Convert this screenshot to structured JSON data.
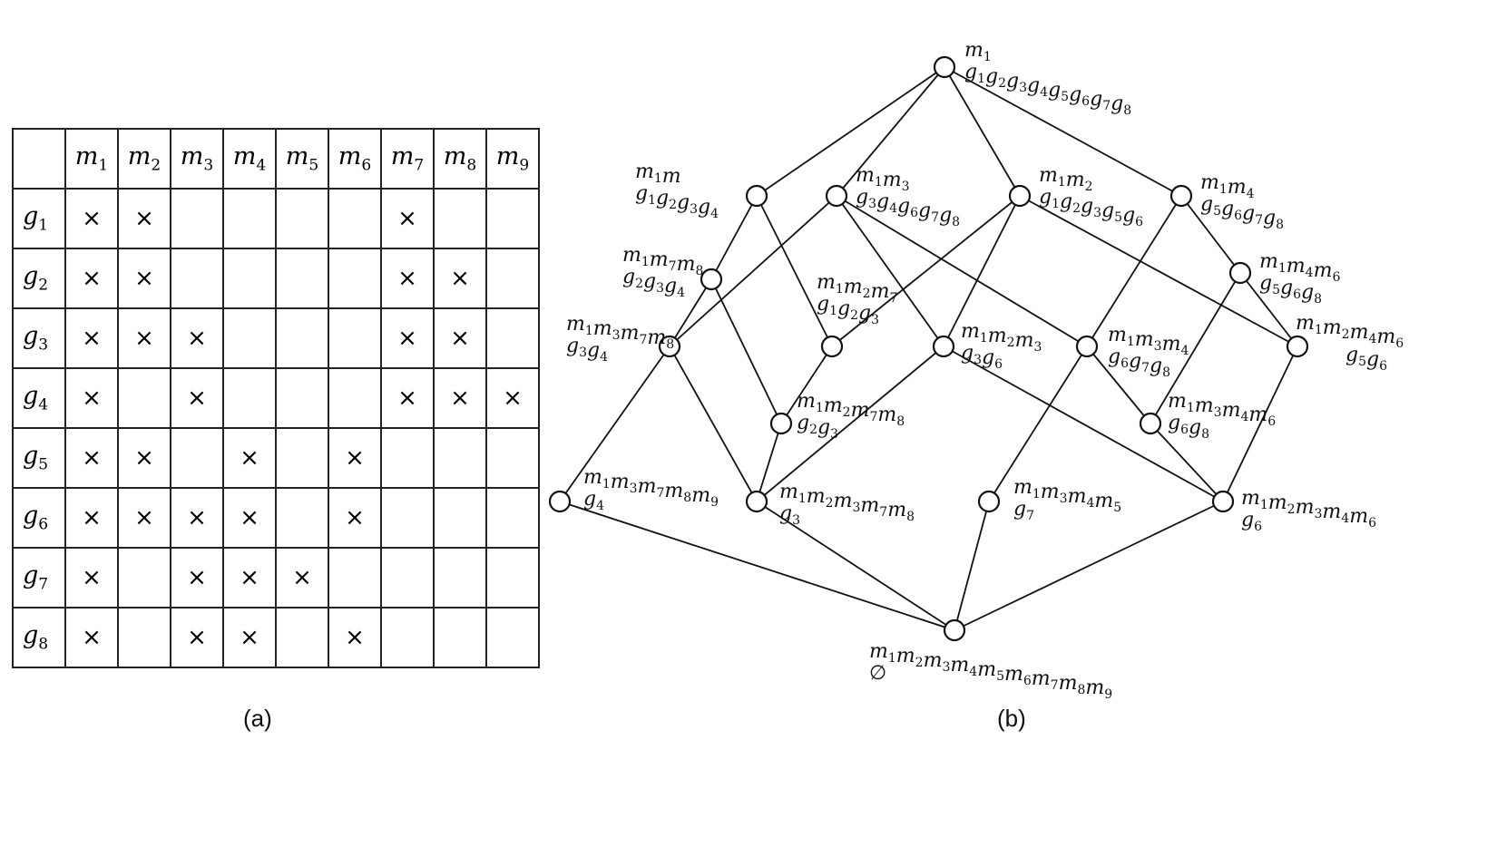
{
  "table": {
    "columns": [
      "m1",
      "m2",
      "m3",
      "m4",
      "m5",
      "m6",
      "m7",
      "m8",
      "m9"
    ],
    "mark_symbol": "×",
    "rows": [
      {
        "object": "g1",
        "cells": [
          1,
          1,
          0,
          0,
          0,
          0,
          1,
          0,
          0
        ]
      },
      {
        "object": "g2",
        "cells": [
          1,
          1,
          0,
          0,
          0,
          0,
          1,
          1,
          0
        ]
      },
      {
        "object": "g3",
        "cells": [
          1,
          1,
          1,
          0,
          0,
          0,
          1,
          1,
          0
        ]
      },
      {
        "object": "g4",
        "cells": [
          1,
          0,
          1,
          0,
          0,
          0,
          1,
          1,
          1
        ]
      },
      {
        "object": "g5",
        "cells": [
          1,
          1,
          0,
          1,
          0,
          1,
          0,
          0,
          0
        ]
      },
      {
        "object": "g6",
        "cells": [
          1,
          1,
          1,
          1,
          0,
          1,
          0,
          0,
          0
        ]
      },
      {
        "object": "g7",
        "cells": [
          1,
          0,
          1,
          1,
          1,
          0,
          0,
          0,
          0
        ]
      },
      {
        "object": "g8",
        "cells": [
          1,
          0,
          1,
          1,
          0,
          1,
          0,
          0,
          0
        ]
      }
    ]
  },
  "captions": {
    "a": "(a)",
    "b": "(b)"
  },
  "lattice": {
    "nodes": [
      {
        "id": "top",
        "intent": "m1",
        "extent": "g1g2g3g4g5g6g7g8"
      },
      {
        "id": "n1",
        "intent": "m1m",
        "extent": "g1g2g3g4"
      },
      {
        "id": "n2",
        "intent": "m1m3",
        "extent": "g3g4g6g7g8"
      },
      {
        "id": "n3",
        "intent": "m1m2",
        "extent": "g1g2g3g5g6"
      },
      {
        "id": "n4",
        "intent": "m1m4",
        "extent": "g5g6g7g8"
      },
      {
        "id": "n5",
        "intent": "m1m7m8",
        "extent": "g2g3g4"
      },
      {
        "id": "n6",
        "intent": "m1m4m6",
        "extent": "g5g6g8"
      },
      {
        "id": "n7",
        "intent": "m1m3m7m8",
        "extent": "g3g4"
      },
      {
        "id": "n8",
        "intent": "m1m2m7",
        "extent": "g1g2g3"
      },
      {
        "id": "n9",
        "intent": "m1m2m3",
        "extent": "g3g6"
      },
      {
        "id": "n10",
        "intent": "m1m3m4",
        "extent": "g6g7g8"
      },
      {
        "id": "n11",
        "intent": "m1m2m4m6",
        "extent": "g5g6"
      },
      {
        "id": "n12",
        "intent": "m1m2m7m8",
        "extent": "g2g3"
      },
      {
        "id": "n13",
        "intent": "m1m3m4m6",
        "extent": "g6g8"
      },
      {
        "id": "n14",
        "intent": "m1m3m7m8m9",
        "extent": "g4"
      },
      {
        "id": "n15",
        "intent": "m1m2m3m7m8",
        "extent": "g3"
      },
      {
        "id": "n16",
        "intent": "m1m3m4m5",
        "extent": "g7"
      },
      {
        "id": "n17",
        "intent": "m1m2m3m4m6",
        "extent": "g6"
      },
      {
        "id": "bottom",
        "intent": "m1m2m3m4m5m6m7m8m9",
        "extent": "∅"
      }
    ],
    "edges": [
      [
        "top",
        "n1"
      ],
      [
        "top",
        "n2"
      ],
      [
        "top",
        "n3"
      ],
      [
        "top",
        "n4"
      ],
      [
        "n1",
        "n5"
      ],
      [
        "n1",
        "n8"
      ],
      [
        "n2",
        "n7"
      ],
      [
        "n2",
        "n9"
      ],
      [
        "n2",
        "n10"
      ],
      [
        "n3",
        "n8"
      ],
      [
        "n3",
        "n9"
      ],
      [
        "n3",
        "n11"
      ],
      [
        "n4",
        "n6"
      ],
      [
        "n4",
        "n10"
      ],
      [
        "n5",
        "n7"
      ],
      [
        "n5",
        "n12"
      ],
      [
        "n6",
        "n11"
      ],
      [
        "n6",
        "n13"
      ],
      [
        "n7",
        "n14"
      ],
      [
        "n7",
        "n15"
      ],
      [
        "n8",
        "n12"
      ],
      [
        "n9",
        "n15"
      ],
      [
        "n9",
        "n17"
      ],
      [
        "n10",
        "n13"
      ],
      [
        "n10",
        "n16"
      ],
      [
        "n11",
        "n17"
      ],
      [
        "n12",
        "n15"
      ],
      [
        "n13",
        "n17"
      ],
      [
        "n14",
        "bottom"
      ],
      [
        "n15",
        "bottom"
      ],
      [
        "n16",
        "bottom"
      ],
      [
        "n17",
        "bottom"
      ]
    ]
  }
}
